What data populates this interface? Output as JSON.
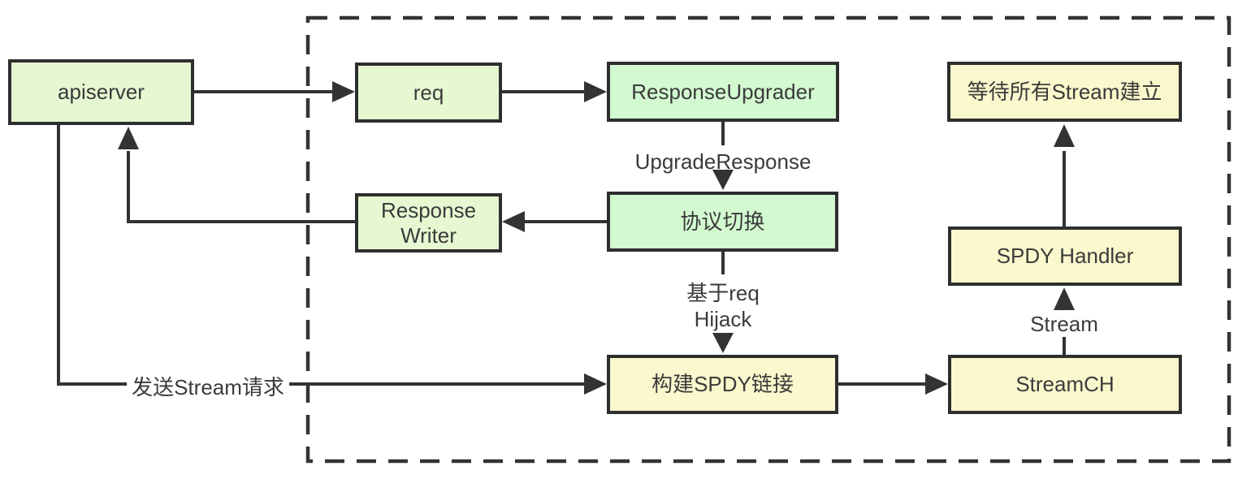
{
  "diagram": {
    "type": "flowchart",
    "background": "#ffffff",
    "colors": {
      "box_border": "#2e2e2e",
      "line": "#333333",
      "text": "#3b3b3b",
      "fill_yellow_green": "#e6f8d2",
      "fill_mint_green": "#d2f9d0",
      "fill_pale_yellow": "#fbf8cd"
    },
    "nodes": {
      "apiserver": {
        "label": "apiserver",
        "fill": "#e6f8d2"
      },
      "req": {
        "label": "req",
        "fill": "#e6f8d2"
      },
      "response_upgrader": {
        "label": "ResponseUpgrader",
        "fill": "#d2f9d0"
      },
      "wait_streams": {
        "label": "等待所有Stream建立",
        "fill": "#fbf8cd"
      },
      "response_writer": {
        "label": "Response Writer",
        "fill": "#e6f8d2"
      },
      "protocol_switch": {
        "label": "协议切换",
        "fill": "#d2f9d0"
      },
      "spdy_handler": {
        "label": "SPDY Handler",
        "fill": "#fbf8cd"
      },
      "build_spdy": {
        "label": "构建SPDY链接",
        "fill": "#fbf8cd"
      },
      "stream_ch": {
        "label": "StreamCH",
        "fill": "#fbf8cd"
      }
    },
    "edge_labels": {
      "upgrade_response": "UpgradeResponse",
      "hijack_line1": "基于req",
      "hijack_line2": "Hijack",
      "stream": "Stream",
      "send_stream": "发送Stream请求"
    },
    "edges": [
      {
        "from": "apiserver",
        "to": "req",
        "label": ""
      },
      {
        "from": "req",
        "to": "response_upgrader",
        "label": ""
      },
      {
        "from": "response_upgrader",
        "to": "protocol_switch",
        "label": "UpgradeResponse"
      },
      {
        "from": "protocol_switch",
        "to": "response_writer",
        "label": ""
      },
      {
        "from": "response_writer",
        "to": "apiserver",
        "label": ""
      },
      {
        "from": "apiserver",
        "to": "build_spdy",
        "label": "发送Stream请求"
      },
      {
        "from": "protocol_switch",
        "to": "build_spdy",
        "label": "基于req Hijack"
      },
      {
        "from": "build_spdy",
        "to": "stream_ch",
        "label": ""
      },
      {
        "from": "stream_ch",
        "to": "spdy_handler",
        "label": "Stream"
      },
      {
        "from": "spdy_handler",
        "to": "wait_streams",
        "label": ""
      }
    ]
  }
}
